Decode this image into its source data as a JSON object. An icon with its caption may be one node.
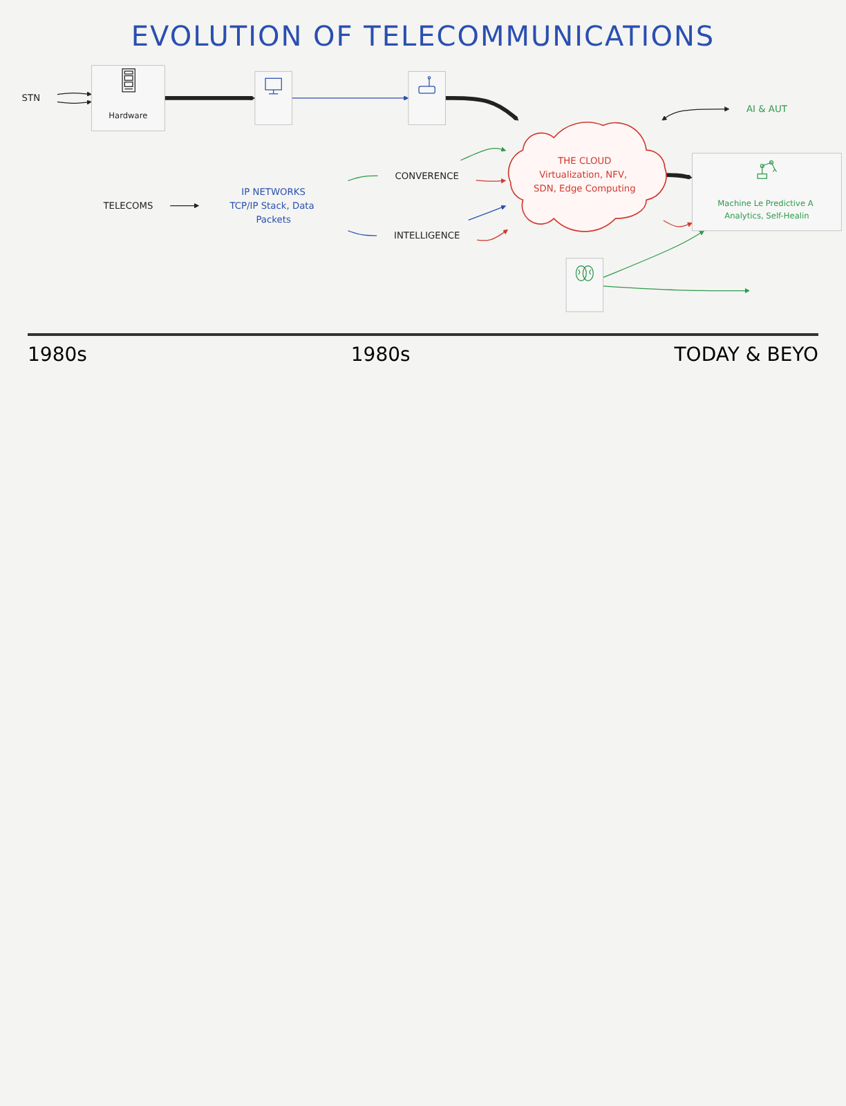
{
  "diagram": {
    "title": "EVOLUTION OF TELECOMMUNICATIONS",
    "nodes": [
      {
        "text": [
          "TELECOMS"
        ]
      },
      {
        "text": [
          "STN"
        ]
      },
      {
        "text": [
          "Hardware"
        ]
      },
      {
        "text": [
          "IP NETWORKS"
        ],
        "beside": [
          "TCP/IP Stack, Data Packets"
        ]
      },
      {
        "text": [],
        "shape": "picture"
      },
      {
        "text": [],
        "shape": "picture"
      },
      {
        "text": [
          "CONVERENCE"
        ]
      },
      {
        "text": [
          "THE CLOUD",
          "Virtualization, NFV, SDN, Edge Computing"
        ]
      },
      {
        "text": [
          "INTELLIGENCE"
        ]
      },
      {
        "text": [
          "AI & AUT"
        ]
      },
      {
        "text": [],
        "shape": "picture"
      },
      {
        "text": [
          "Machine Le Predictive A Analytics, Self-Healin"
        ]
      }
    ],
    "edges": [
      {
        "from": 0,
        "to": 3,
        "arrow": "to"
      },
      {
        "from": 1,
        "to": 2,
        "arrow": "to"
      },
      {
        "from": 1,
        "to": 2,
        "arrow": "to"
      },
      {
        "from": 2,
        "to": 4,
        "arrow": "to",
        "style": "thick"
      },
      {
        "from": 4,
        "to": 5,
        "arrow": "to",
        "color": "#2a4fb0"
      },
      {
        "from": 5,
        "to": 7,
        "arrow": "to",
        "style": "thick"
      },
      {
        "from": 3,
        "to": 6,
        "arrow": "none",
        "color": "#2e9a4a"
      },
      {
        "from": 6,
        "to": 7,
        "arrow": "to",
        "color": "#2e9a4a"
      },
      {
        "from": 6,
        "to": 7,
        "arrow": "to",
        "color": "#d03a2e"
      },
      {
        "from": 7,
        "to": 9,
        "arrow": "both"
      },
      {
        "from": 7,
        "to": 11,
        "arrow": "to",
        "style": "thick"
      },
      {
        "from": 7,
        "to": 11,
        "arrow": "to",
        "color": "#d03a2e"
      },
      {
        "from": 3,
        "to": 8,
        "arrow": "none",
        "color": "#2a4fb0"
      },
      {
        "from": 8,
        "to": 7,
        "arrow": "to",
        "color": "#2a4fb0"
      },
      {
        "from": 8,
        "to": 7,
        "arrow": "to",
        "color": "#d03a2e"
      },
      {
        "from": 10,
        "to": 11,
        "arrow": "to",
        "color": "#2e9a4a"
      },
      {
        "from": 10,
        "to": null,
        "arrow": "to",
        "color": "#2e9a4a"
      }
    ],
    "labels": [
      "1980s",
      "1980s",
      "TODAY & BEYO"
    ]
  }
}
